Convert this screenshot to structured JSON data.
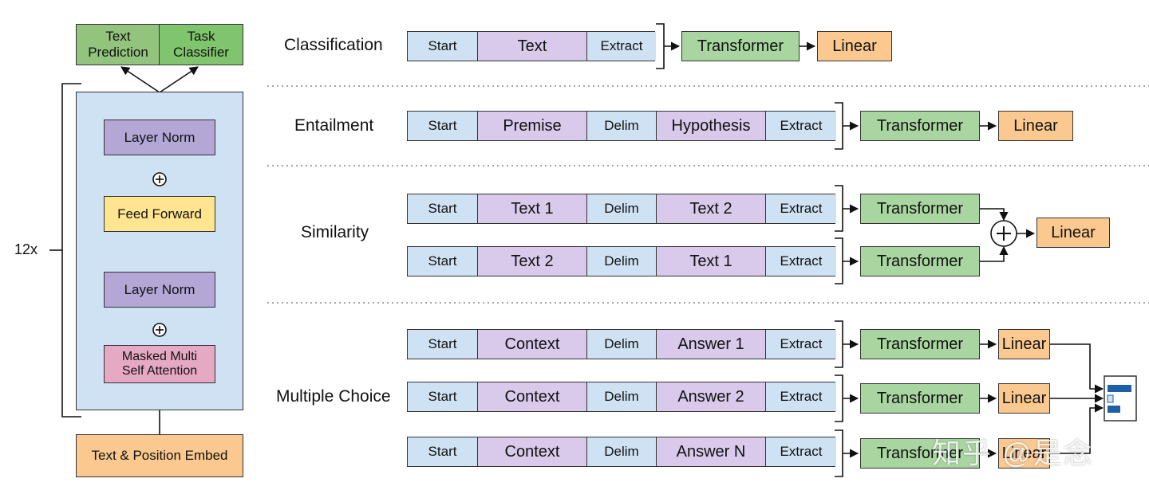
{
  "arch": {
    "outputs": [
      "Text\nPrediction",
      "Task\nClassifier"
    ],
    "layer_norm_top": "Layer Norm",
    "feed_forward": "Feed Forward",
    "layer_norm_bottom": "Layer Norm",
    "attention": "Masked Multi\nSelf Attention",
    "embed": "Text & Position Embed",
    "repeat": "12x"
  },
  "tasks": {
    "classification": {
      "label": "Classification",
      "rows": [
        [
          "Start",
          "Text",
          "Extract"
        ]
      ],
      "transformer": "Transformer",
      "linear": "Linear"
    },
    "entailment": {
      "label": "Entailment",
      "rows": [
        [
          "Start",
          "Premise",
          "Delim",
          "Hypothesis",
          "Extract"
        ]
      ],
      "transformer": "Transformer",
      "linear": "Linear"
    },
    "similarity": {
      "label": "Similarity",
      "rows": [
        [
          "Start",
          "Text 1",
          "Delim",
          "Text 2",
          "Extract"
        ],
        [
          "Start",
          "Text 2",
          "Delim",
          "Text 1",
          "Extract"
        ]
      ],
      "transformer": "Transformer",
      "linear": "Linear"
    },
    "multiple_choice": {
      "label": "Multiple Choice",
      "rows": [
        [
          "Start",
          "Context",
          "Delim",
          "Answer 1",
          "Extract"
        ],
        [
          "Start",
          "Context",
          "Delim",
          "Answer 2",
          "Extract"
        ],
        [
          "Start",
          "Context",
          "Delim",
          "Answer N",
          "Extract"
        ]
      ],
      "transformer": "Transformer",
      "linear": "Linear"
    }
  },
  "watermark": "知乎 @是念",
  "colors": {
    "blue": "#cfe2f3",
    "purple": "#d9c9ea",
    "green": "#a8d5a0",
    "orange": "#fbc98f",
    "yellow": "#ffe58f",
    "pink": "#e6a9c3",
    "lavender": "#b4a7d6",
    "output_green": "#93c47d",
    "chart_blue": "#1f5fa8"
  }
}
